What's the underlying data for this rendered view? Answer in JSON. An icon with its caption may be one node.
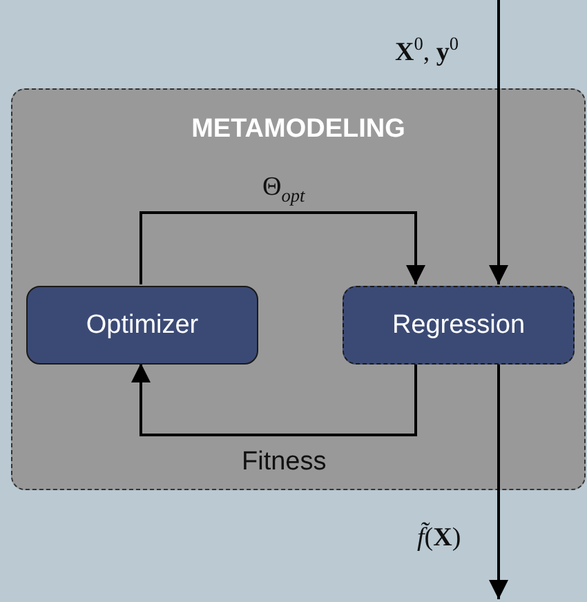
{
  "diagram": {
    "nodes": [
      {
        "text": [
          "METAMODELING"
        ]
      },
      {
        "text": [
          "Optimizer"
        ],
        "in": 0
      },
      {
        "text": [
          "Regression"
        ],
        "in": 0
      }
    ],
    "edges": [
      {
        "from": 1,
        "to": 2,
        "arrow": "to",
        "label": "Θ$_{opt}$"
      },
      {
        "from": 2,
        "to": 1,
        "arrow": "to",
        "label": "Fitness"
      },
      {
        "from": null,
        "to": 2,
        "arrow": "to",
        "label": "**X**$^{0}$, **y**$^{0}$"
      },
      {
        "from": 2,
        "to": null,
        "arrow": "to",
        "label": "*f̃*(**X**)"
      }
    ]
  }
}
